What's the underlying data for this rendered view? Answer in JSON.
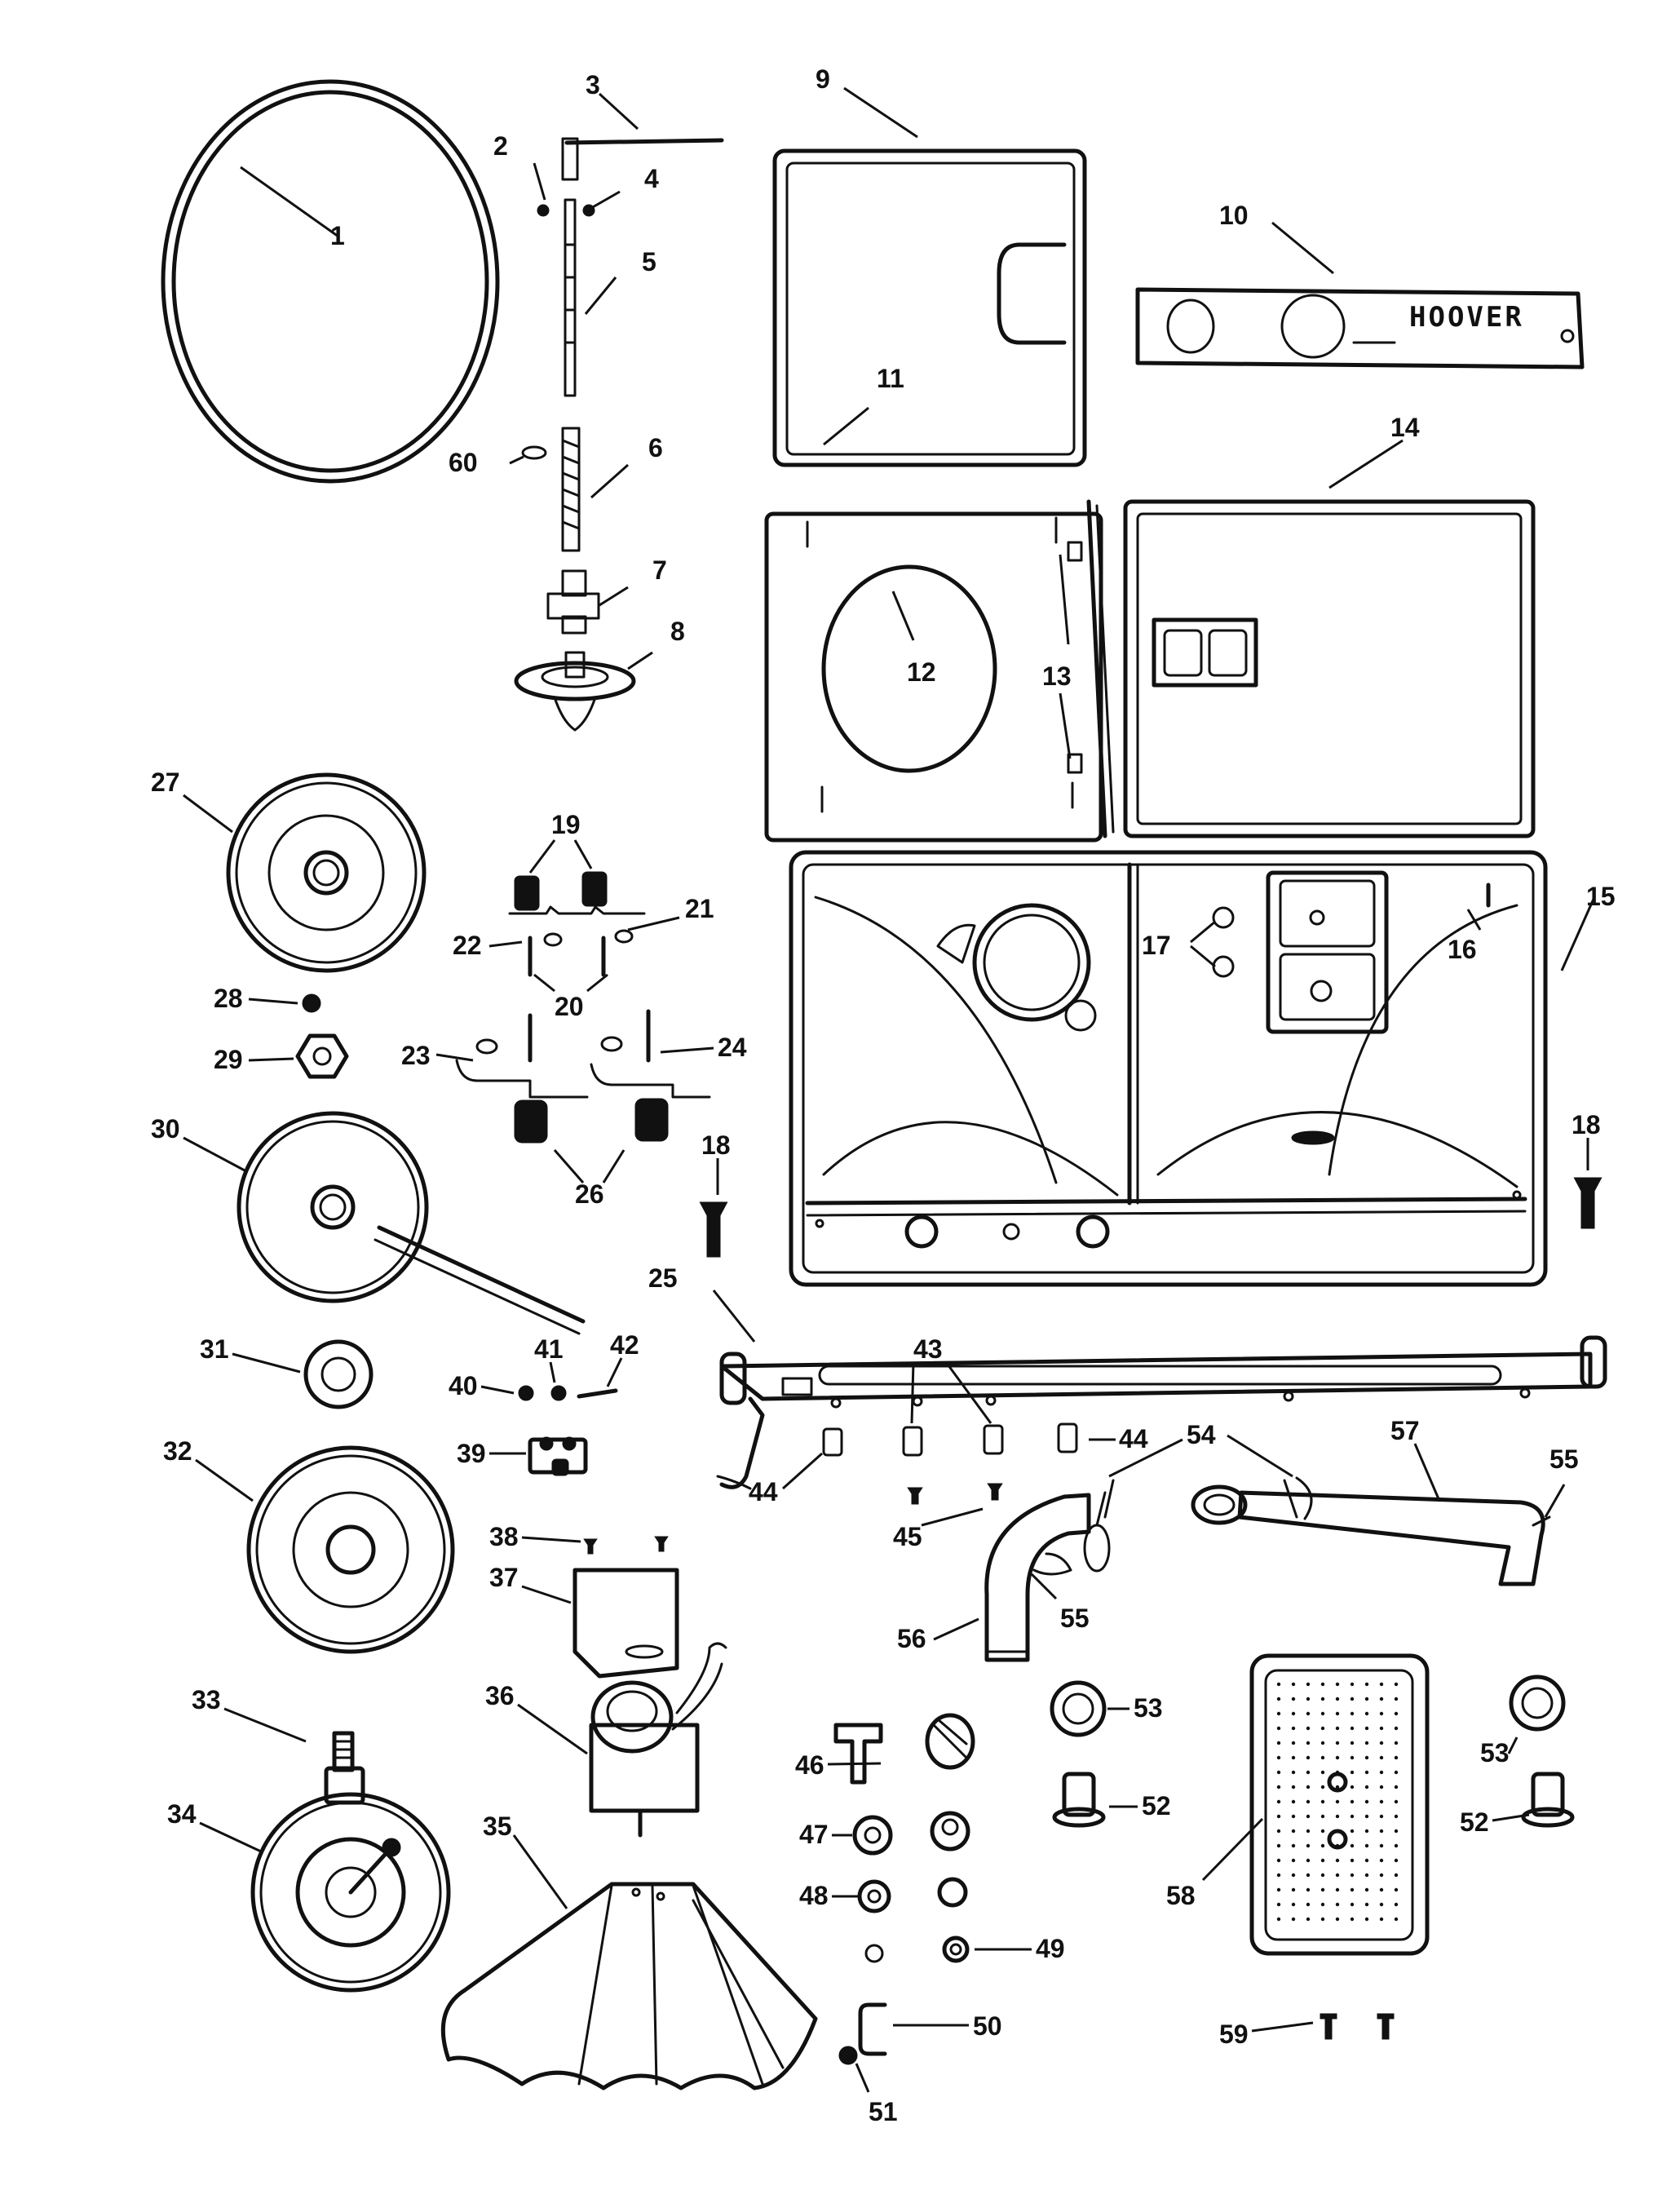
{
  "brand": "HOOVER",
  "callouts": [
    {
      "id": "1",
      "label": "1"
    },
    {
      "id": "2",
      "label": "2"
    },
    {
      "id": "3",
      "label": "3"
    },
    {
      "id": "4",
      "label": "4"
    },
    {
      "id": "5",
      "label": "5"
    },
    {
      "id": "6",
      "label": "6"
    },
    {
      "id": "7",
      "label": "7"
    },
    {
      "id": "8",
      "label": "8"
    },
    {
      "id": "9",
      "label": "9"
    },
    {
      "id": "10",
      "label": "10"
    },
    {
      "id": "11",
      "label": "11"
    },
    {
      "id": "12",
      "label": "12"
    },
    {
      "id": "13",
      "label": "13"
    },
    {
      "id": "14",
      "label": "14"
    },
    {
      "id": "15",
      "label": "15"
    },
    {
      "id": "16",
      "label": "16"
    },
    {
      "id": "17",
      "label": "17"
    },
    {
      "id": "18a",
      "label": "18"
    },
    {
      "id": "18b",
      "label": "18"
    },
    {
      "id": "19",
      "label": "19"
    },
    {
      "id": "20",
      "label": "20"
    },
    {
      "id": "21",
      "label": "21"
    },
    {
      "id": "22",
      "label": "22"
    },
    {
      "id": "23",
      "label": "23"
    },
    {
      "id": "24",
      "label": "24"
    },
    {
      "id": "25",
      "label": "25"
    },
    {
      "id": "26",
      "label": "26"
    },
    {
      "id": "27",
      "label": "27"
    },
    {
      "id": "28",
      "label": "28"
    },
    {
      "id": "29",
      "label": "29"
    },
    {
      "id": "30",
      "label": "30"
    },
    {
      "id": "31",
      "label": "31"
    },
    {
      "id": "32",
      "label": "32"
    },
    {
      "id": "33",
      "label": "33"
    },
    {
      "id": "34",
      "label": "34"
    },
    {
      "id": "35",
      "label": "35"
    },
    {
      "id": "36",
      "label": "36"
    },
    {
      "id": "37",
      "label": "37"
    },
    {
      "id": "38",
      "label": "38"
    },
    {
      "id": "39",
      "label": "39"
    },
    {
      "id": "40",
      "label": "40"
    },
    {
      "id": "41",
      "label": "41"
    },
    {
      "id": "42",
      "label": "42"
    },
    {
      "id": "43",
      "label": "43"
    },
    {
      "id": "44a",
      "label": "44"
    },
    {
      "id": "44b",
      "label": "44"
    },
    {
      "id": "45",
      "label": "45"
    },
    {
      "id": "46",
      "label": "46"
    },
    {
      "id": "47",
      "label": "47"
    },
    {
      "id": "48",
      "label": "48"
    },
    {
      "id": "49",
      "label": "49"
    },
    {
      "id": "50",
      "label": "50"
    },
    {
      "id": "51",
      "label": "51"
    },
    {
      "id": "52a",
      "label": "52"
    },
    {
      "id": "52b",
      "label": "52"
    },
    {
      "id": "53a",
      "label": "53"
    },
    {
      "id": "53b",
      "label": "53"
    },
    {
      "id": "54",
      "label": "54"
    },
    {
      "id": "55a",
      "label": "55"
    },
    {
      "id": "55b",
      "label": "55"
    },
    {
      "id": "56",
      "label": "56"
    },
    {
      "id": "57",
      "label": "57"
    },
    {
      "id": "58",
      "label": "58"
    },
    {
      "id": "59",
      "label": "59"
    },
    {
      "id": "60",
      "label": "60"
    }
  ]
}
